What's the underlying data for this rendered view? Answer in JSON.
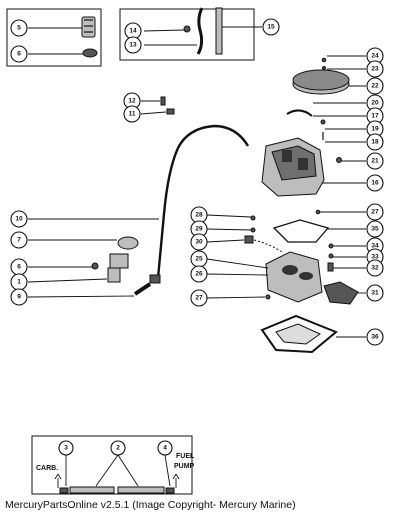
{
  "caption": "MercuryPartsOnline v2.5.1 (Image Copyright- Mercury Marine)",
  "inset": {
    "carb_label": "CARB.",
    "pump_label_1": "FUEL",
    "pump_label_2": "PUMP"
  },
  "callouts": {
    "c1": "1",
    "c2": "2",
    "c3": "3",
    "c4": "4",
    "c5": "5",
    "c6": "6",
    "c6b": "6",
    "c7": "7",
    "c9": "9",
    "c10": "10",
    "c11": "11",
    "c12": "12",
    "c13": "13",
    "c14": "14",
    "c15": "15",
    "c16": "16",
    "c17": "17",
    "c18": "18",
    "c19": "19",
    "c20": "20",
    "c21": "21",
    "c22": "22",
    "c23": "23",
    "c24": "24",
    "c25": "25",
    "c26": "26",
    "c27a": "27",
    "c27b": "27",
    "c28": "28",
    "c29": "29",
    "c30": "30",
    "c31": "31",
    "c32": "32",
    "c33": "33",
    "c34": "34",
    "c35": "35",
    "c36": "36"
  }
}
